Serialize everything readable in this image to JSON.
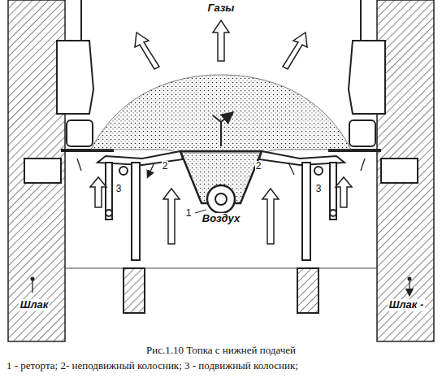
{
  "diagram": {
    "caption": "Рис.1.10 Топка с нижней подачей",
    "labels": [
      "Газы",
      "Воздух",
      "Шлак",
      "Шлак -",
      "1",
      "2",
      "2",
      "3",
      "3",
      "1 - реторта; 2- неподвижный колосник; 3 - подвижный колосник;"
    ]
  }
}
